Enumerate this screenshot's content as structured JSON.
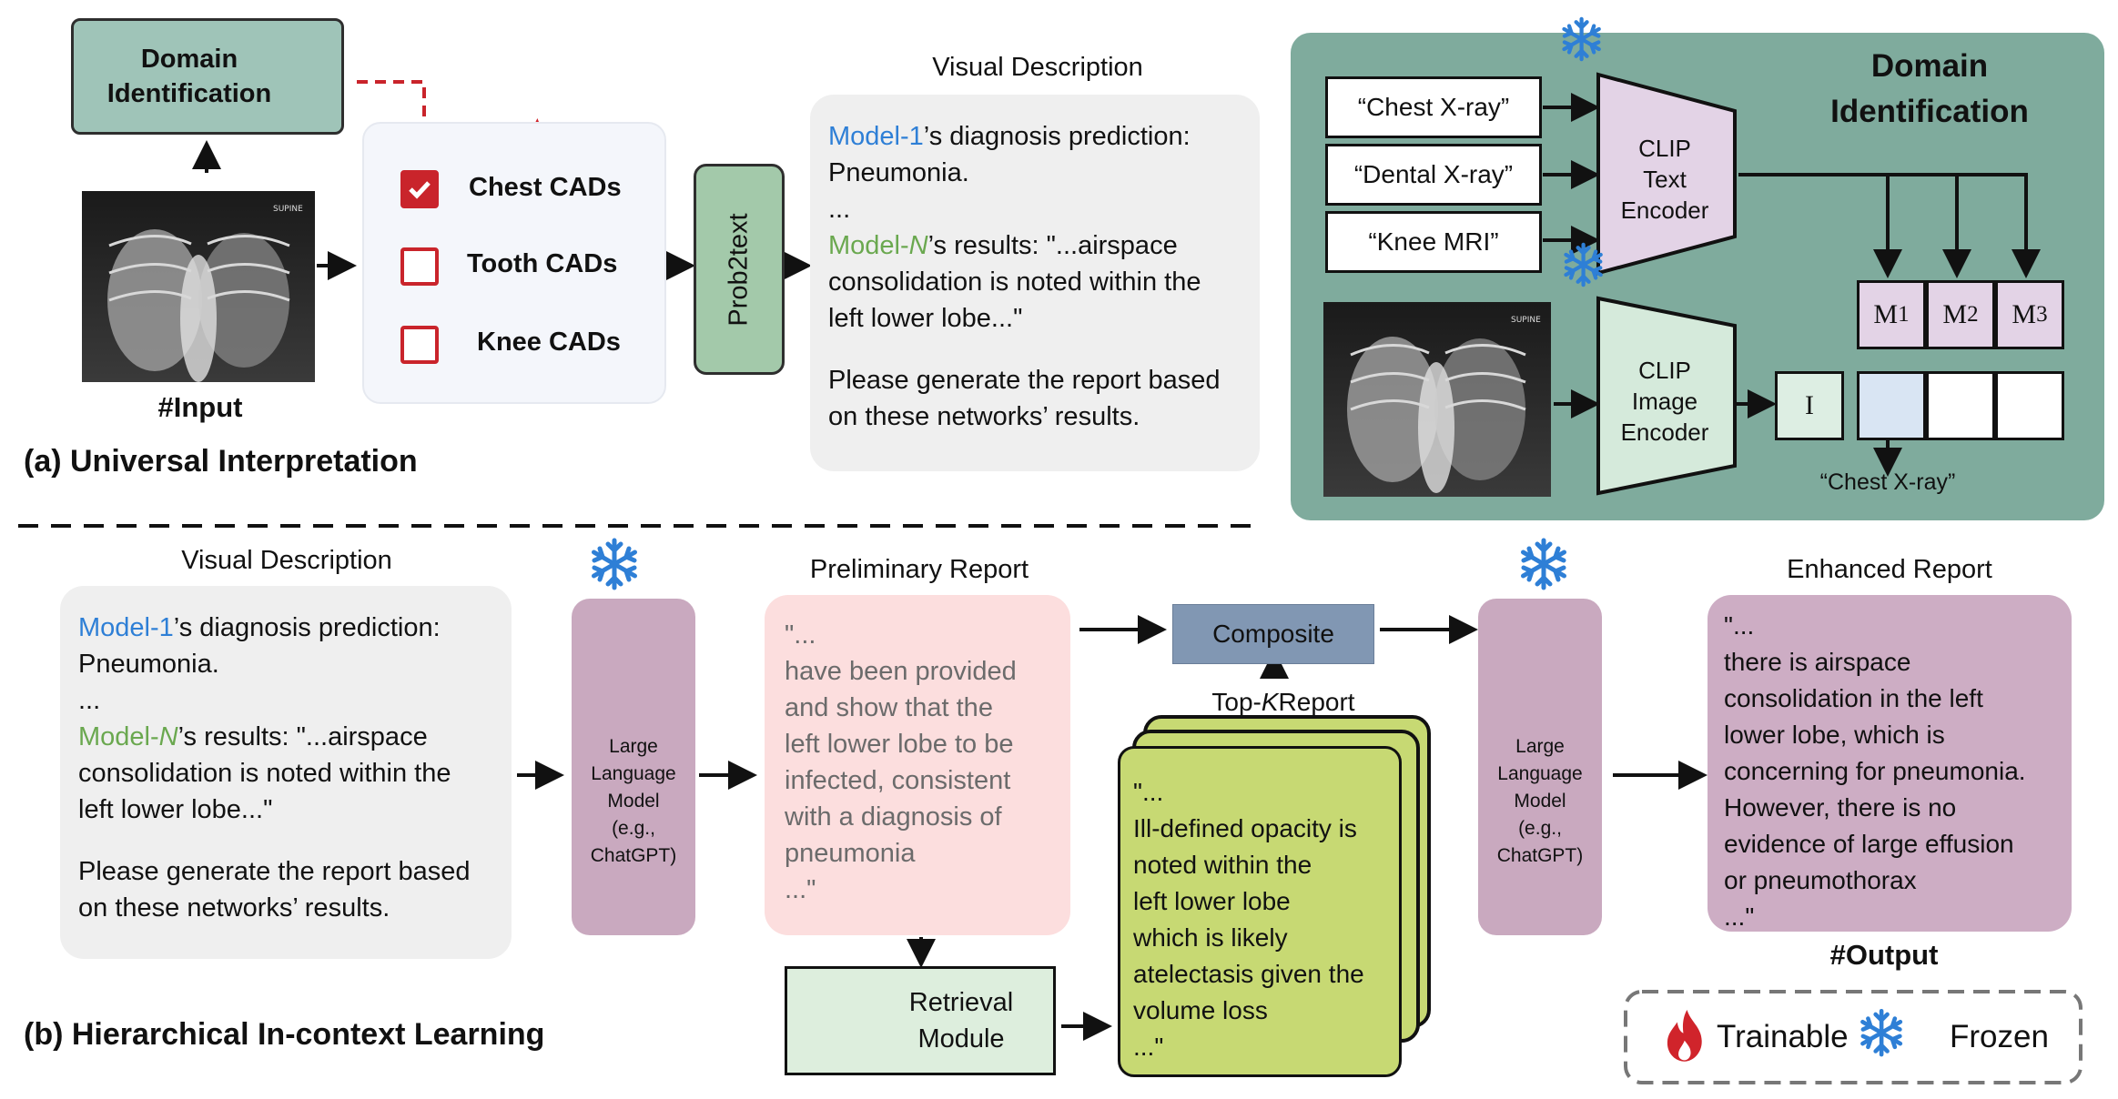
{
  "top_left": {
    "domain_id_box": "Domain\nIdentification",
    "input_label": "#Input",
    "cads": [
      "Chest CADs",
      "Tooth CADs",
      "Knee CADs"
    ],
    "cads_checked": [
      true,
      false,
      false
    ],
    "prob2text": "Prob2text",
    "visual_description_title": "Visual Description",
    "section_label": "(a) Universal Interpretation"
  },
  "description_text": {
    "model1": "Model-1",
    "line1_rest": "’s diagnosis prediction:",
    "line2": "Pneumonia.",
    "ellipsis": "...",
    "modeln_a": "Model-",
    "modeln_b": "N",
    "line4_rest": "’s results: \"...airspace",
    "line5": "consolidation is noted within the",
    "line6": "left lower lobe...\"",
    "line7": "Please generate the report based",
    "line8": "on these networks’ results."
  },
  "domain_panel": {
    "title": "Domain\nIdentification",
    "prompts": [
      "“Chest X-ray”",
      "“Dental X-ray”",
      "“Knee MRI”"
    ],
    "text_encoder": "CLIP\nText\nEncoder",
    "image_encoder": "CLIP\nImage\nEncoder",
    "m_base": "M",
    "m_subs": [
      "1",
      "2",
      "3"
    ],
    "i_label": "I",
    "result": "“Chest X-ray”"
  },
  "bottom": {
    "visual_description_title": "Visual Description",
    "llm_label": "Large\nLanguage\nModel\n(e.g.,\nChatGPT)",
    "preliminary_title": "Preliminary Report",
    "preliminary_text": "\"...\nhave been provided\nand show that the\nleft lower lobe to be\ninfected, consistent\nwith a diagnosis of\npneumonia\n ...\"",
    "composite": "Composite",
    "topk_a": "Top-",
    "topk_b": "K",
    "topk_c": " Report",
    "topk_text": "\"...\nIll-defined opacity is\nnoted within the\nleft lower lobe\nwhich is likely\natelectasis given the\nvolume loss\n...\"",
    "retrieval": "Retrieval\nModule",
    "enhanced_title": "Enhanced Report",
    "enhanced_text": "\"...\nthere is airspace\nconsolidation in the left\nlower lobe, which is\nconcerning for pneumonia.\nHowever, there is no\nevidence of large effusion\nor pneumothorax\n ...\"",
    "output_label": "#Output",
    "section_label": "(b) Hierarchical In-context Learning",
    "legend_trainable": "Trainable",
    "legend_frozen": "Frozen"
  },
  "colors": {
    "teal_panel": "#7fab9d",
    "teal_box": "#9fc4b8",
    "fire": "#d0242b",
    "snow": "#2e7fd6",
    "model_blue": "#2e7fd6",
    "model_green": "#6aa84f"
  }
}
